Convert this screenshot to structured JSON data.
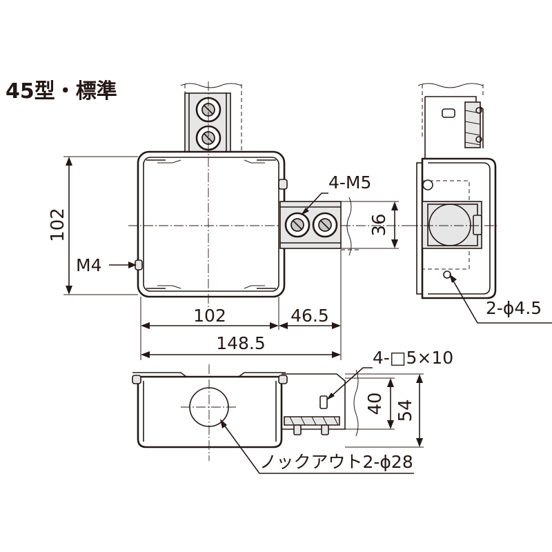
{
  "title": "45型・標準",
  "dimensions": {
    "height_left": "102",
    "width_main": "102",
    "width_extension": "46.5",
    "width_total": "148.5",
    "side_height": "36",
    "front_inner_height": "40",
    "front_total_height": "54"
  },
  "callouts": {
    "screws": "4-M5",
    "ground_screw": "M4",
    "mount_holes": "2-ϕ4.5",
    "square_holes": "4-□5×10",
    "knockout": "ノックアウト2-ϕ28"
  }
}
